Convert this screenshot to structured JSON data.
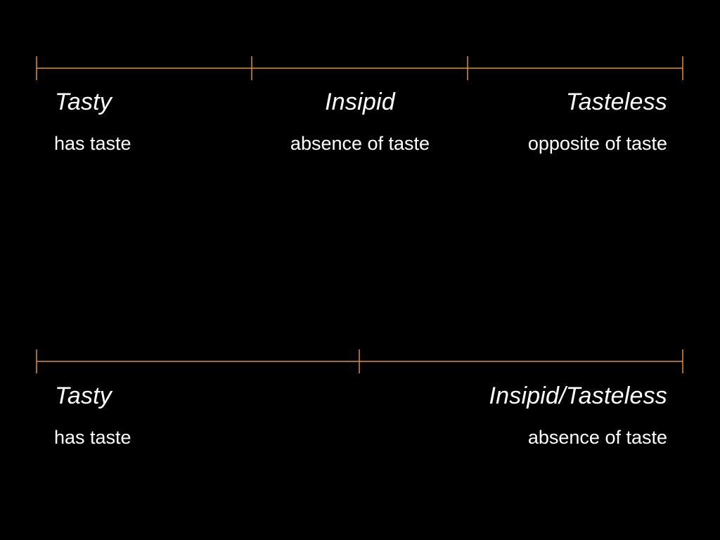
{
  "line_color": "#e0912a",
  "text_color": "#ffffff",
  "background": "#000000",
  "scale_one": {
    "terms": [
      {
        "term": "Tasty",
        "meaning": "has taste"
      },
      {
        "term": "Insipid",
        "meaning": "absence of taste"
      },
      {
        "term": "Tasteless",
        "meaning": "opposite of taste"
      }
    ]
  },
  "scale_two": {
    "terms": [
      {
        "term": "Tasty",
        "meaning": "has taste"
      },
      {
        "term": "Insipid/Tasteless",
        "meaning": "absence of taste"
      }
    ]
  }
}
